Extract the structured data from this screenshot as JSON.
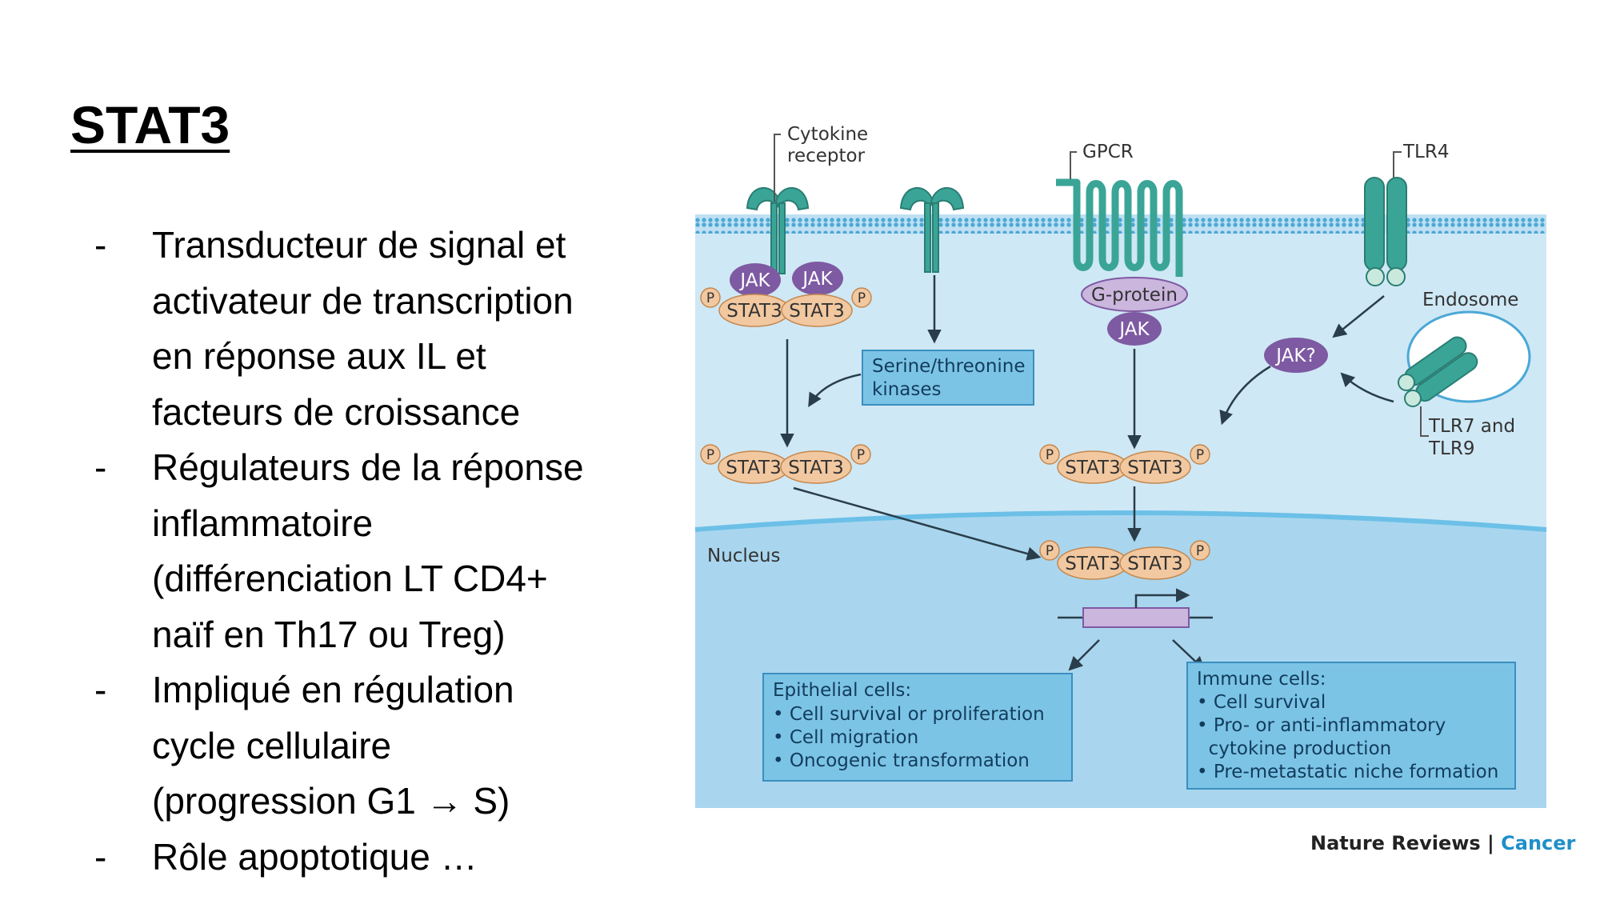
{
  "slide": {
    "title": "STAT3",
    "bullets": [
      {
        "dash": "-",
        "lines": [
          "Transducteur de signal et",
          "activateur de transcription",
          "en réponse aux IL et",
          "facteurs de croissance"
        ]
      },
      {
        "dash": "-",
        "lines": [
          "Régulateurs de la réponse",
          "inflammatoire",
          "(différenciation LT CD4+",
          "naïf en Th17 ou Treg)"
        ]
      },
      {
        "dash": "-",
        "lines": [
          "Impliqué en régulation",
          "cycle cellulaire",
          "(progression G1 → S)"
        ]
      },
      {
        "dash": "-",
        "lines": [
          "Rôle apoptotique …"
        ]
      }
    ]
  },
  "diagram": {
    "labels": {
      "cytokine_receptor": [
        "Cytokine",
        "receptor"
      ],
      "gpcr": "GPCR",
      "tlr4": "TLR4",
      "endosome": "Endosome",
      "tlr7_tlr9": [
        "TLR7 and",
        "TLR9"
      ],
      "nucleus": "Nucleus",
      "g_protein": "G-protein",
      "jak": "JAK",
      "jak_question": "JAK?",
      "stat3": "STAT3",
      "p": "P"
    },
    "kinase_box": [
      "Serine/threonine",
      "kinases"
    ],
    "epithelial_box": {
      "title": "Epithelial cells:",
      "items": [
        "• Cell survival or proliferation",
        "• Cell migration",
        "• Oncogenic transformation"
      ]
    },
    "immune_box": {
      "title": "Immune cells:",
      "items": [
        "• Cell survival",
        "• Pro- or anti-inflammatory",
        "  cytokine production",
        "• Pre-metastatic niche formation"
      ]
    },
    "colors": {
      "cytoplasm": "#cfe8f5",
      "nucleus": "#a9d6ee",
      "receptor": "#3aa597",
      "jak": "#7e5aa3",
      "stat3": "#f2c8a0",
      "box": "#7cc4e6"
    }
  },
  "credit": {
    "journal": "Nature Reviews",
    "separator": " | ",
    "section": "Cancer"
  }
}
